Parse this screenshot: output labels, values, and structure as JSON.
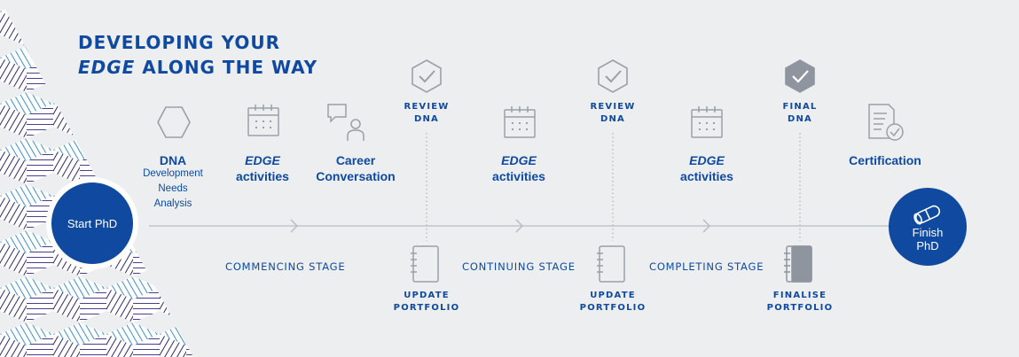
{
  "title": {
    "line1": "DEVELOPING YOUR",
    "line2_em": "EDGE",
    "line2_rest": " ALONG THE WAY"
  },
  "start": {
    "label": "Start PhD"
  },
  "finish": {
    "line1": "Finish",
    "line2": "PhD"
  },
  "dna": {
    "label": "DNA",
    "sub1": "Development",
    "sub2": "Needs",
    "sub3": "Analysis"
  },
  "edge1": {
    "em": "EDGE",
    "rest": "activities"
  },
  "career": {
    "line1": "Career",
    "line2": "Conversation"
  },
  "review1": {
    "line1": "REVIEW",
    "line2": "DNA"
  },
  "edge2": {
    "em": "EDGE",
    "rest": "activities"
  },
  "review2": {
    "line1": "REVIEW",
    "line2": "DNA"
  },
  "edge3": {
    "em": "EDGE",
    "rest": "activities"
  },
  "final": {
    "line1": "FINAL",
    "line2": "DNA"
  },
  "certification": {
    "label": "Certification"
  },
  "stages": {
    "commencing": "COMMENCING STAGE",
    "continuing": "CONTINUING STAGE",
    "completing": "COMPLETING STAGE"
  },
  "update1": {
    "line1": "UPDATE",
    "line2": "PORTFOLIO"
  },
  "update2": {
    "line1": "UPDATE",
    "line2": "PORTFOLIO"
  },
  "finalise": {
    "line1": "FINALISE",
    "line2": "PORTFOLIO"
  },
  "colors": {
    "brand": "#0f4aa0",
    "background": "#edeef0",
    "icon_grey": "#9aa0a8",
    "pattern_dark": "#2b2a6b",
    "pattern_light": "#3f8fd0"
  }
}
